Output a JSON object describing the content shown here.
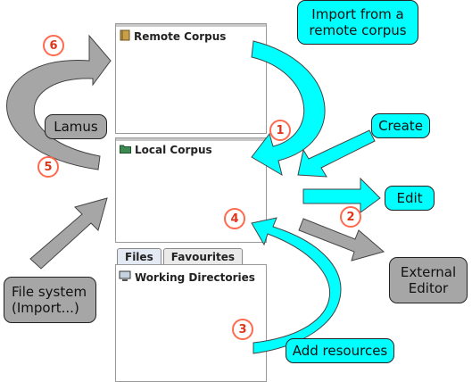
{
  "panels": {
    "remote": {
      "label": "Remote Corpus",
      "icon": "book-icon"
    },
    "local": {
      "label": "Local Corpus",
      "icon": "folder-icon"
    },
    "files": {
      "tabs": [
        "Files",
        "Favourites"
      ],
      "active_tab": "Files",
      "item": "Working Directories",
      "item_icon": "computer-icon"
    }
  },
  "callouts": {
    "import_remote": "Import from a remote corpus",
    "create": "Create",
    "edit": "Edit",
    "external_editor": "External Editor",
    "add_resources": "Add resources",
    "lamus": "Lamus",
    "file_system": "File system (Import...)"
  },
  "steps": [
    "1",
    "2",
    "3",
    "4",
    "5",
    "6"
  ],
  "colors": {
    "cyan_arrow": "#00ffff",
    "gray_arrow": "#a6a6a6",
    "badge_border": "#ff6a4f",
    "badge_text": "#e0351b"
  }
}
